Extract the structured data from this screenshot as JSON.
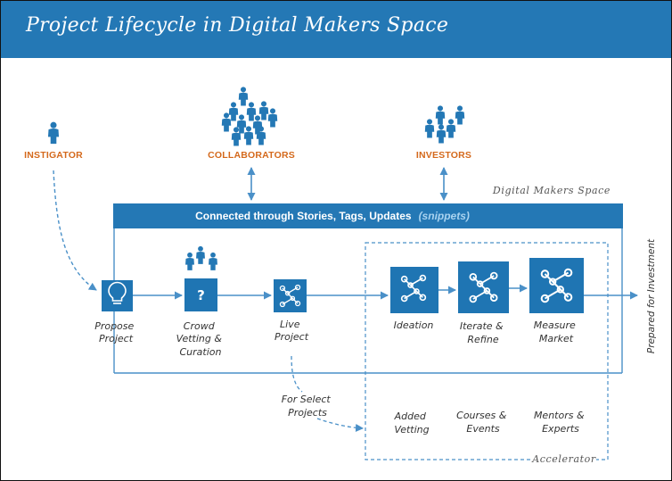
{
  "title": "Project Lifecycle in Digital Makers Space",
  "roles": {
    "instigator": "INSTIGATOR",
    "collaborators": "COLLABORATORS",
    "investors": "INVESTORS"
  },
  "space_label": "Digital Makers Space",
  "band": {
    "text": "Connected through Stories, Tags, Updates",
    "snippets": "(snippets)"
  },
  "steps": {
    "propose": [
      "Propose",
      "Project"
    ],
    "crowd": [
      "Crowd",
      "Vetting &",
      "Curation"
    ],
    "live": [
      "Live",
      "Project"
    ],
    "ideation": [
      "Ideation"
    ],
    "iterate": [
      "Iterate &",
      "Refine"
    ],
    "measure": [
      "Measure",
      "Market"
    ]
  },
  "icons": {
    "propose": "lightbulb-icon",
    "crowd": "question-mark-icon",
    "live": "molecule-network-icon",
    "ideation": "molecule-search-icon",
    "iterate": "molecule-network-icon",
    "measure": "molecule-network-icon"
  },
  "side_label": "Prepared for Investment",
  "select_note": [
    "For Select",
    "Projects"
  ],
  "accelerator": {
    "label": "Accelerator",
    "items": {
      "vetting": [
        "Added",
        "Vetting"
      ],
      "courses": [
        "Courses &",
        "Events"
      ],
      "mentors": [
        "Mentors &",
        "Experts"
      ]
    }
  },
  "colors": {
    "primary_blue": "#2478b5",
    "icon_blue": "#1f75b3",
    "orange": "#d4691c",
    "arrow": "#4a90c8"
  }
}
